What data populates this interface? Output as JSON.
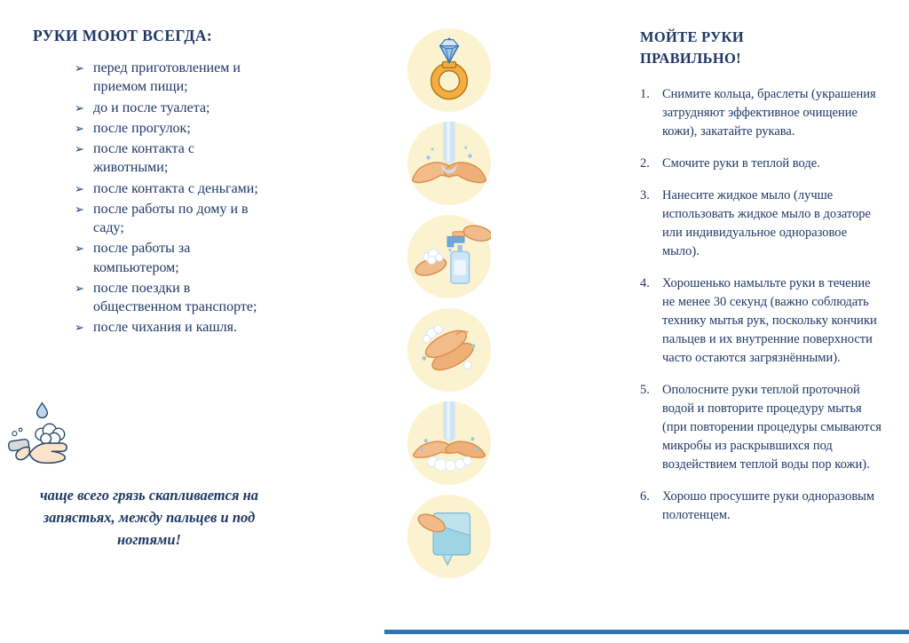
{
  "page": {
    "accent_color": "#1f3864",
    "circle_color": "#fbf3d0",
    "water_color": "#cfe4f5",
    "skin_color": "#f2bc8a",
    "bottom_rule_color": "#2e75b6"
  },
  "left": {
    "title": "РУКИ МОЮТ ВСЕГДА:",
    "bullet": "➢",
    "items": [
      "перед приготовлением и приемом пищи;",
      "до и после туалета;",
      "после прогулок;",
      "после контакта с животными;",
      "после контакта с деньгами;",
      "после работы по дому и в саду;",
      "после работы за компьютером;",
      "после поездки в общественном транспорте;",
      "после чихания и кашля."
    ],
    "icon": "washing-hands-icon",
    "note": "чаще всего грязь скапливается на запястьях, между пальцев и под ногтями!"
  },
  "middle": {
    "step_icons": [
      "step-remove-jewelry-ring-icon",
      "step-wet-hands-icon",
      "step-apply-soap-dispenser-icon",
      "step-lather-hands-icon",
      "step-rinse-hands-icon",
      "step-dry-hands-towel-icon"
    ]
  },
  "right": {
    "title": "МОЙТЕ РУКИ\nПРАВИЛЬНО!",
    "items": [
      "Снимите кольца, браслеты (украшения затрудняют эффективное очищение кожи), закатайте рукава.",
      "Смочите руки в теплой воде.",
      "Нанесите жидкое мыло (лучше использовать жидкое мыло в дозаторе или индивидуальное одноразовое мыло).",
      "Хорошенько намыльте руки в течение не менее 30 секунд (важно соблюдать технику мытья рук, поскольку кончики пальцев и их внутренние поверхности часто остаются загрязнёнными).",
      "Ополосните руки теплой проточной водой и повторите процедуру мытья (при повторении процедуры смываются микробы из раскрывшихся под воздействием теплой воды пор кожи).",
      "Хорошо просушите руки одноразовым полотенцем."
    ]
  }
}
